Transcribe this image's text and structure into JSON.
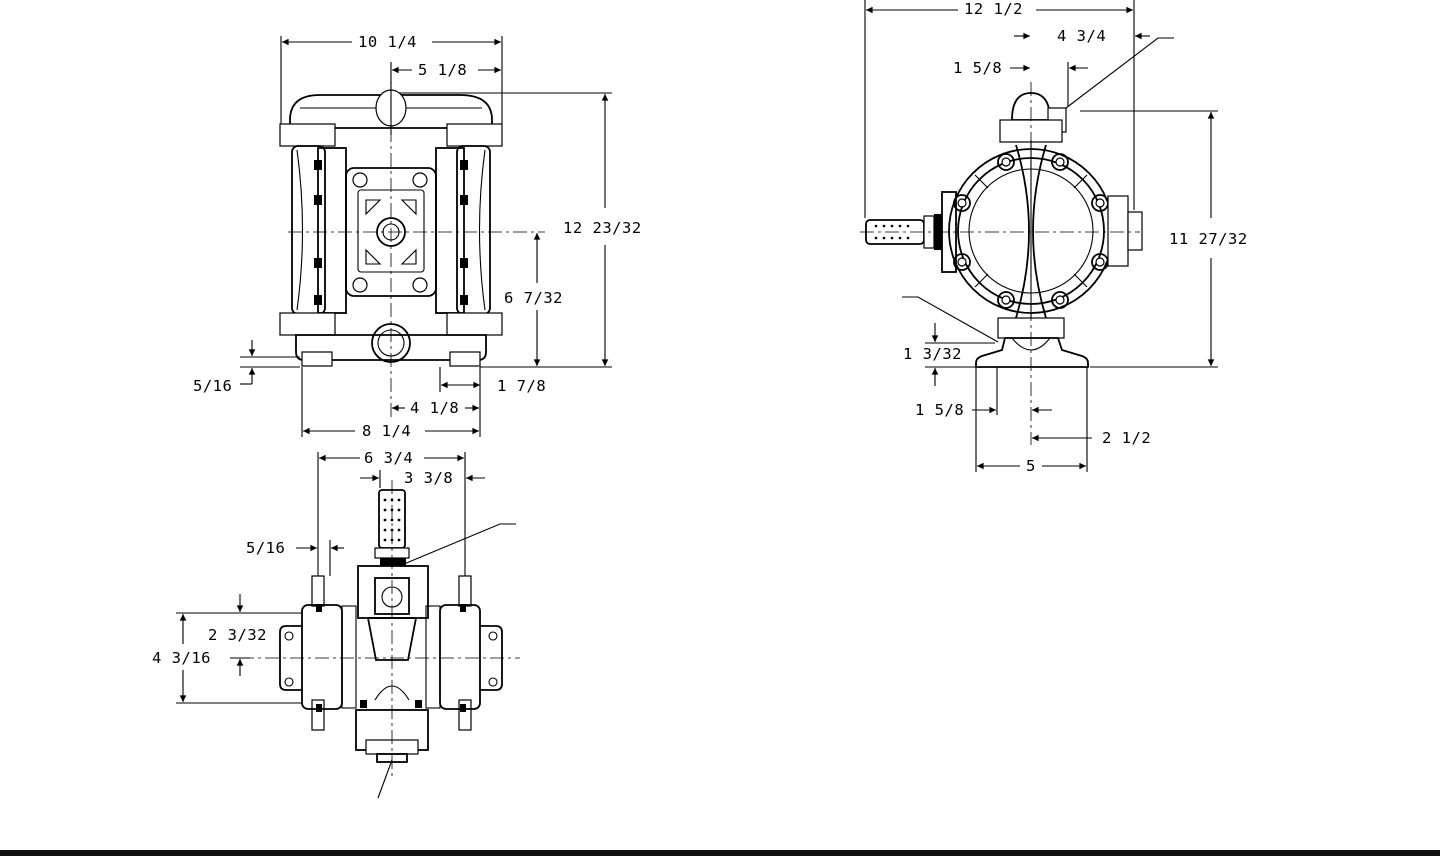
{
  "dimensions": {
    "front": {
      "overall_width": "10  1/4",
      "port_offset": "5  1/8",
      "overall_height": "12  23/32",
      "center_height": "6  7/32",
      "foot_height": "5/16",
      "foot_offset": "1  7/8",
      "center_to_foot": "4  1/8",
      "foot_span": "8  1/4"
    },
    "side": {
      "overall_width": "12  1/2",
      "port_to_edge": "4  3/4",
      "port_offset": "1  5/8",
      "overall_height": "11  27/32",
      "base_height": "1  3/32",
      "base_offset": "1  5/8",
      "center_to_edge": "2  1/2",
      "base_width": "5"
    },
    "top": {
      "overall_width": "6  3/4",
      "muffler_offset": "3  3/8",
      "flange_thickness": "5/16",
      "inner_depth": "2  3/32",
      "overall_depth": "4  3/16"
    }
  },
  "colors": {
    "line": "#000000",
    "background": "#ffffff",
    "bar": "#111111"
  }
}
